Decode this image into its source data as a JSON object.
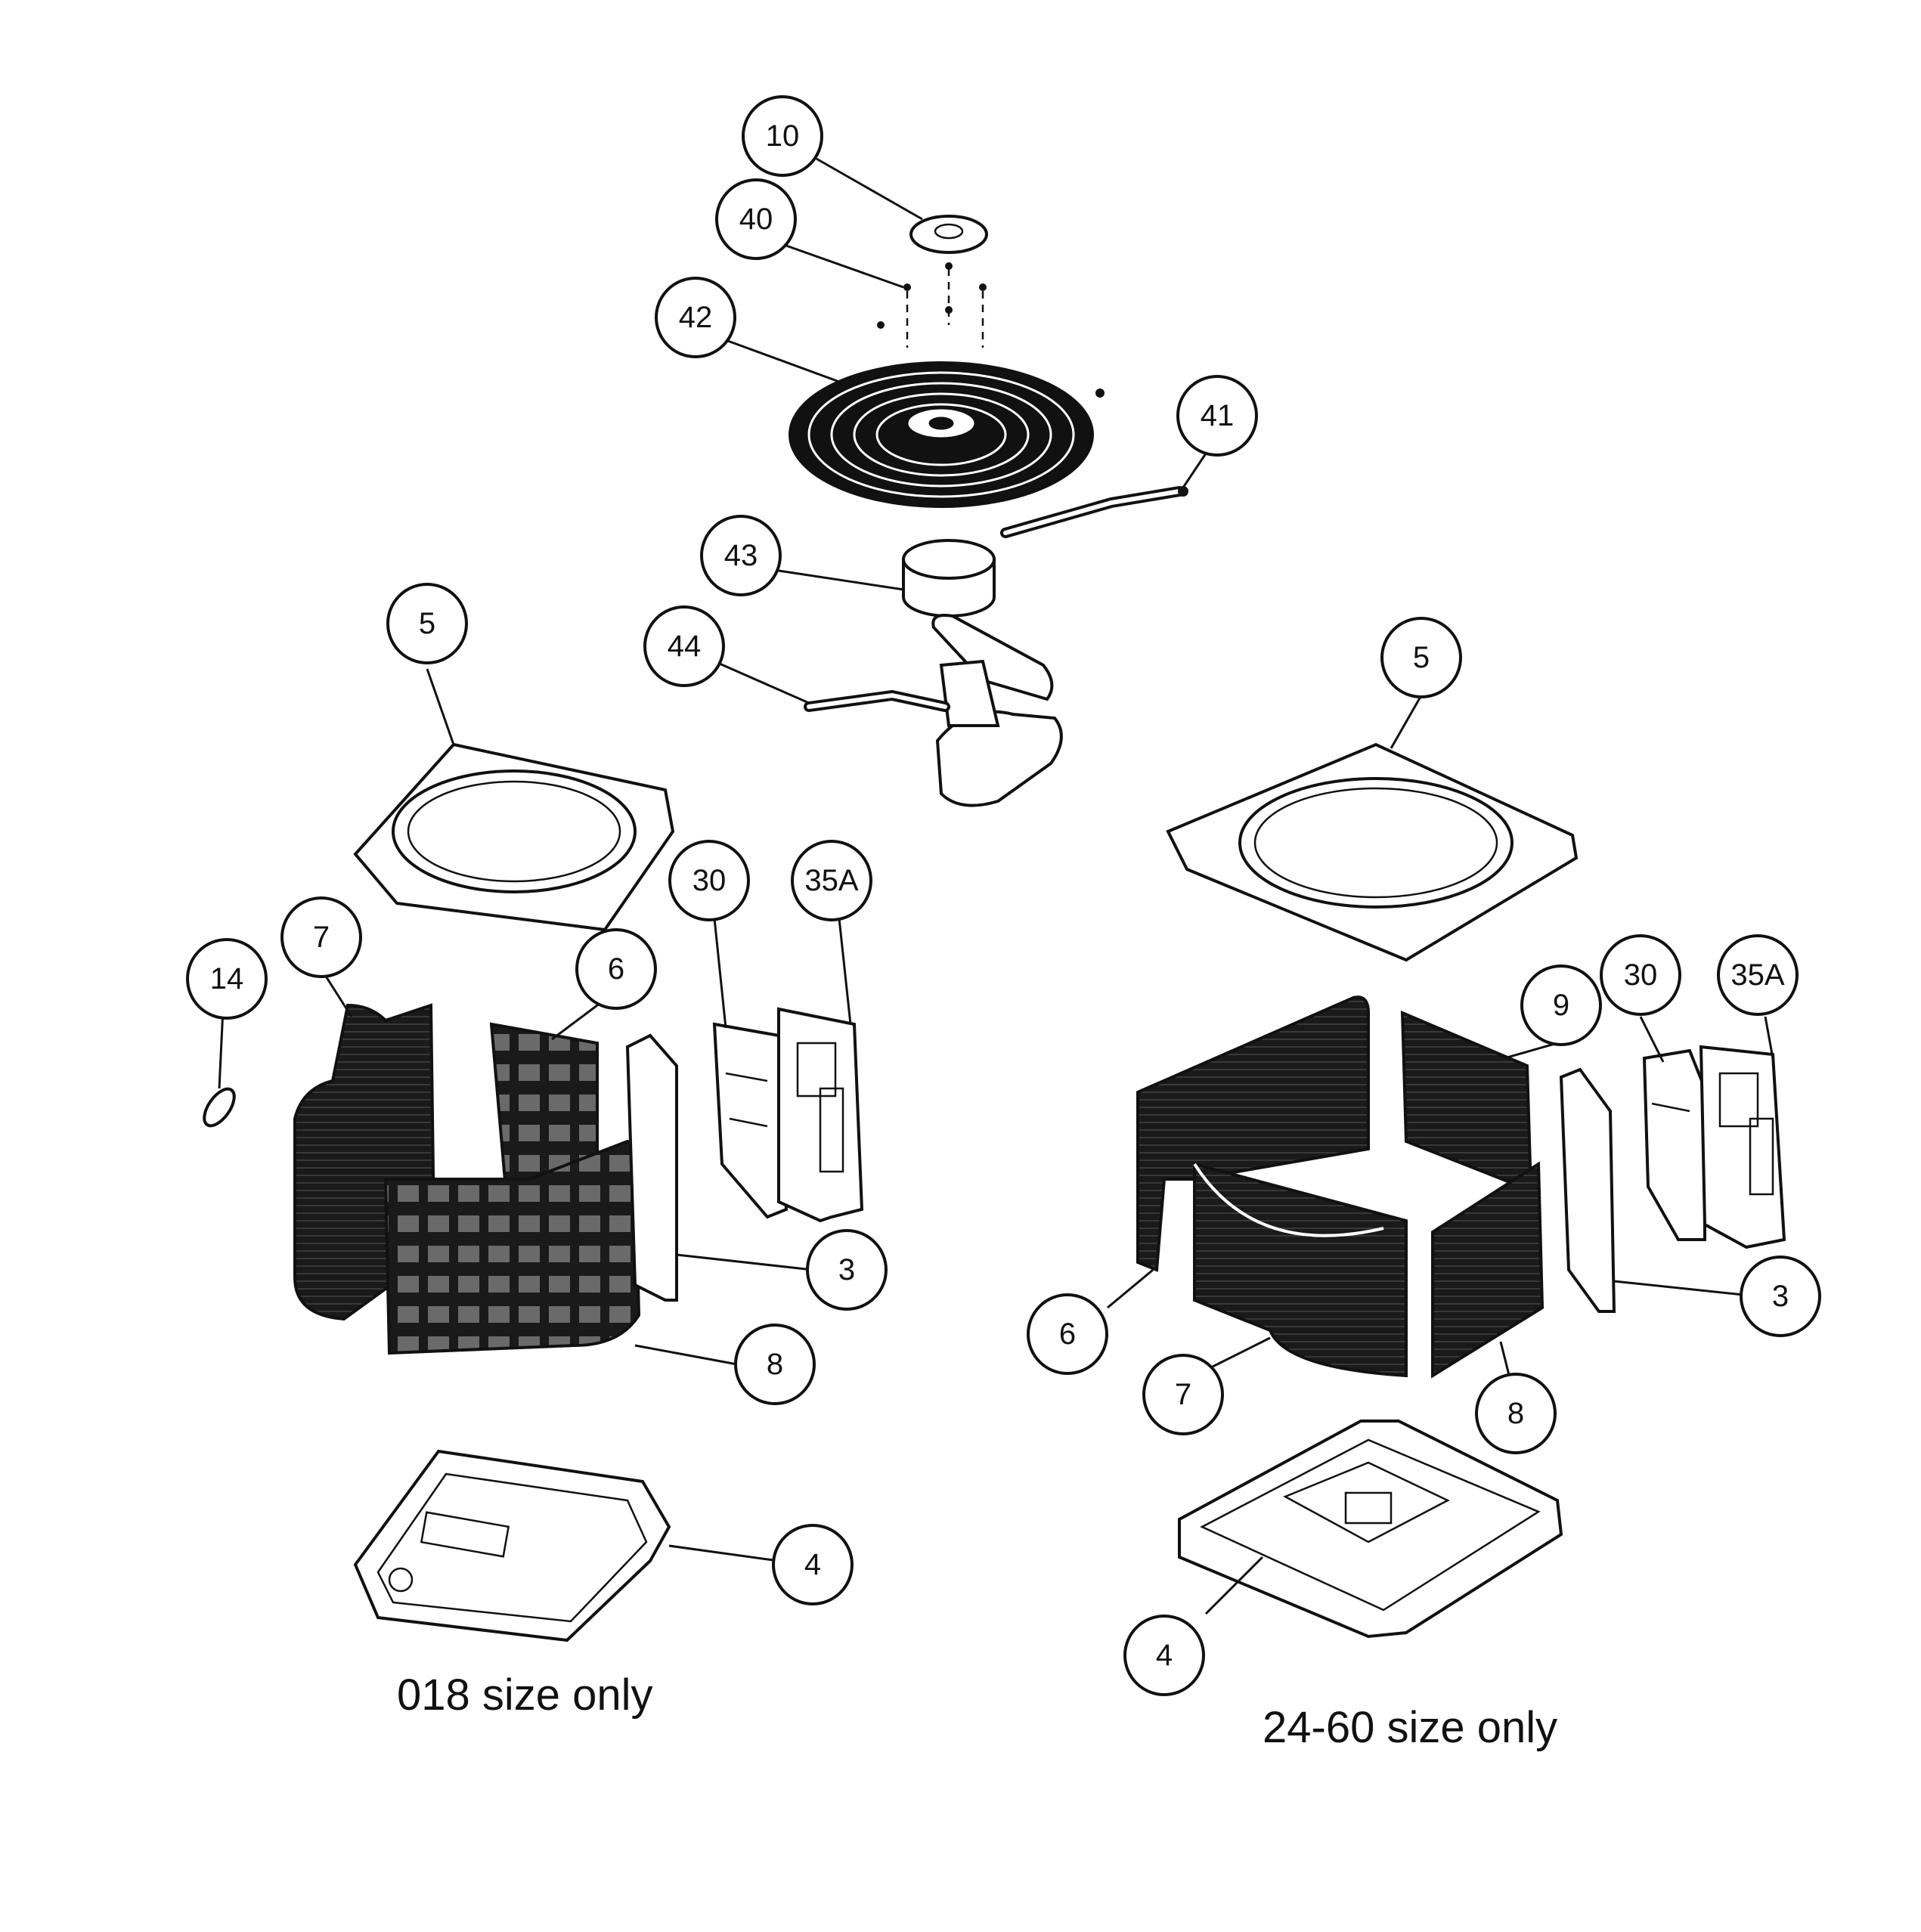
{
  "labels": {
    "l10": "10",
    "l40": "40",
    "l42": "42",
    "l41": "41",
    "l43": "43",
    "l44": "44",
    "left_5": "5",
    "left_14": "14",
    "left_7": "7",
    "left_6": "6",
    "left_30": "30",
    "left_35a": "35A",
    "left_3": "3",
    "left_8": "8",
    "left_4": "4",
    "right_5": "5",
    "right_9": "9",
    "right_30": "30",
    "right_35a": "35A",
    "right_3": "3",
    "right_6": "6",
    "right_7": "7",
    "right_8": "8",
    "right_4": "4"
  },
  "captions": {
    "left": "018 size only",
    "right": "24-60 size only"
  }
}
